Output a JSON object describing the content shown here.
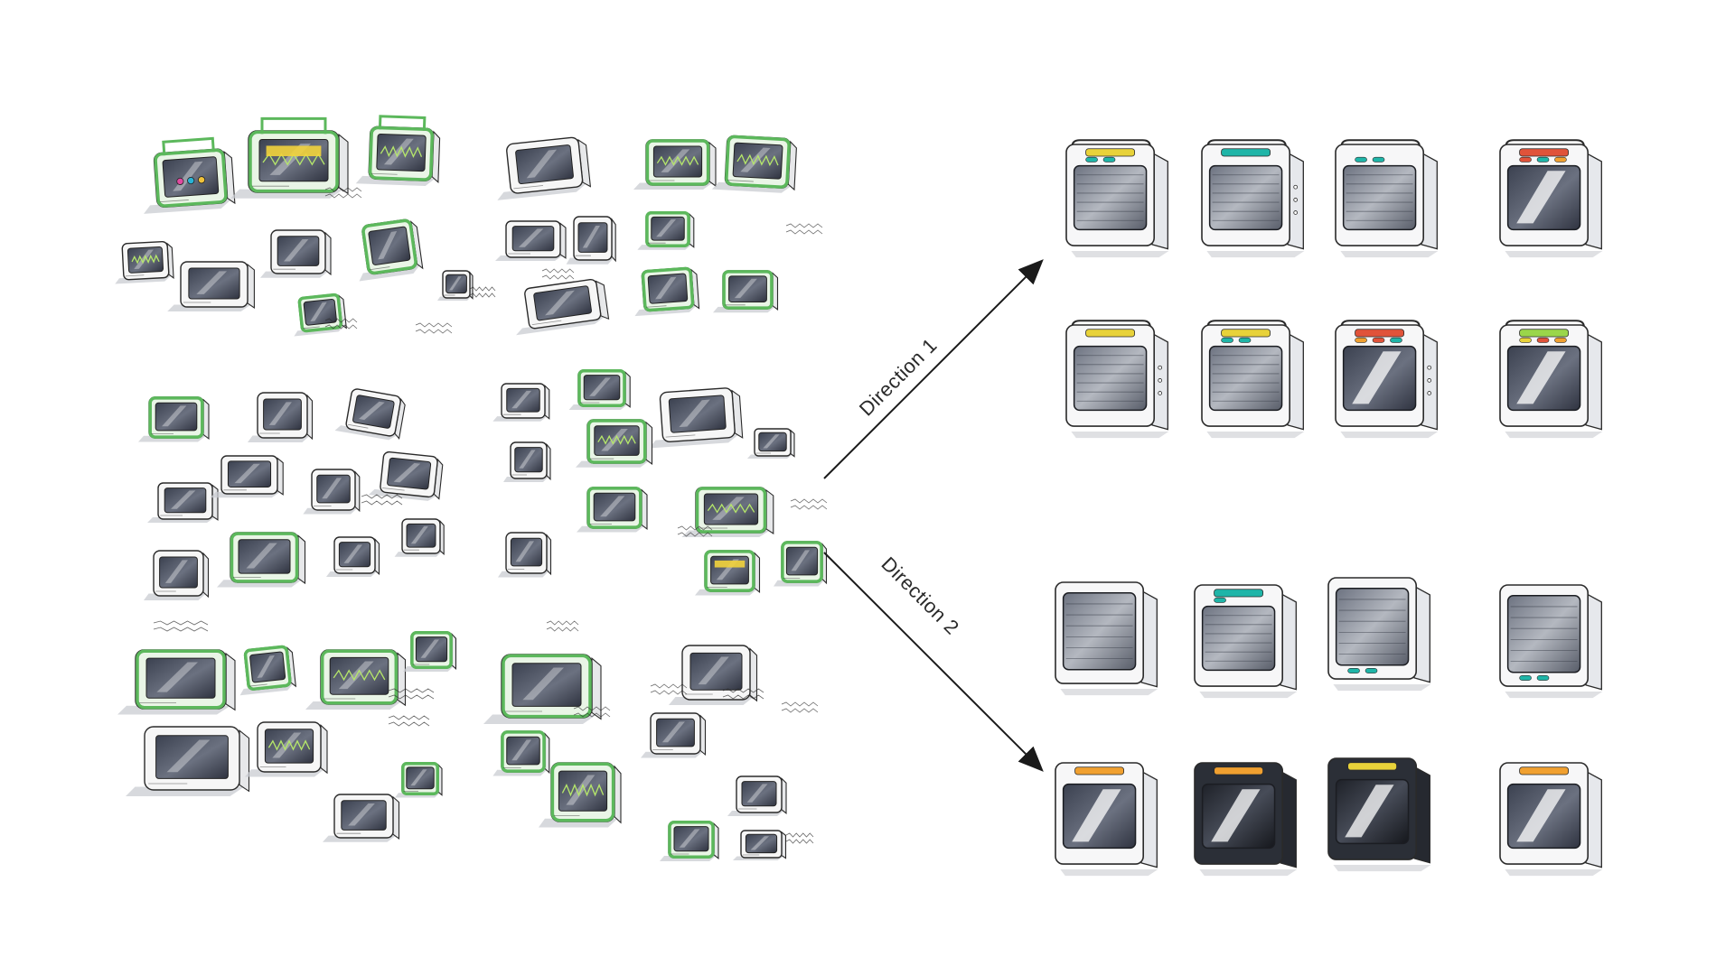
{
  "diagram": {
    "branches": [
      {
        "id": "direction-1",
        "label": "Direction 1"
      },
      {
        "id": "direction-2",
        "label": "Direction 2"
      }
    ],
    "colors": {
      "ink": "#2a2a2a",
      "sketch_green": "#5cb85c",
      "screen_gray": "#4a4f5a",
      "accent_teal": "#1fb5a8",
      "accent_red": "#e0533a",
      "accent_orange": "#f0a030",
      "accent_yellow": "#e8d23a",
      "shadow_gray": "#c9ccd1"
    }
  }
}
